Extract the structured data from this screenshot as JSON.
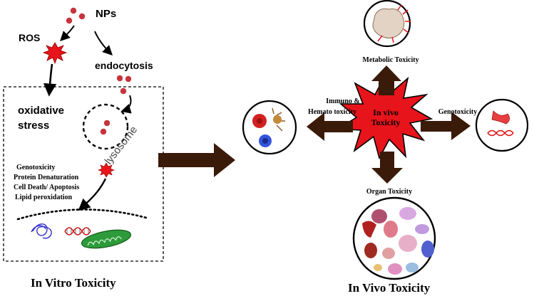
{
  "colors": {
    "arrow_dark": "#3a1a08",
    "burst_red": "#e8141b",
    "np_red": "#c8323c",
    "line": "#000000"
  },
  "in_vitro": {
    "nps_label": "NPs",
    "ros_label": "ROS",
    "endocytosis_label": "endocytosis",
    "oxidative_line1": "oxidative",
    "oxidative_line2": "stress",
    "lysosome_label": "lysosome",
    "effects": [
      "Genotoxicity",
      "Protein Denaturation",
      "Cell Death/ Apoptosis",
      "Lipid peroxidation"
    ],
    "caption": "In Vitro Toxicity"
  },
  "in_vivo": {
    "center_line1": "In vivo",
    "center_line2": "Toxicity",
    "metabolic_label": "Metabolic Toxicity",
    "immuno_line1": "Immuno &",
    "immuno_line2": "Hemato toxicity",
    "genotoxicity_label": "Genotoxicity",
    "organ_label": "Organ Toxicity",
    "caption": "In Vivo Toxicity"
  },
  "icons": {
    "metabolic": "fat-cell-icon",
    "immuno": "blood-cells-icon",
    "genotoxicity": "chromosome-dna-icon",
    "organ": "organs-icon",
    "ros": "ros-burst-icon",
    "effect": "damage-burst-icon"
  }
}
